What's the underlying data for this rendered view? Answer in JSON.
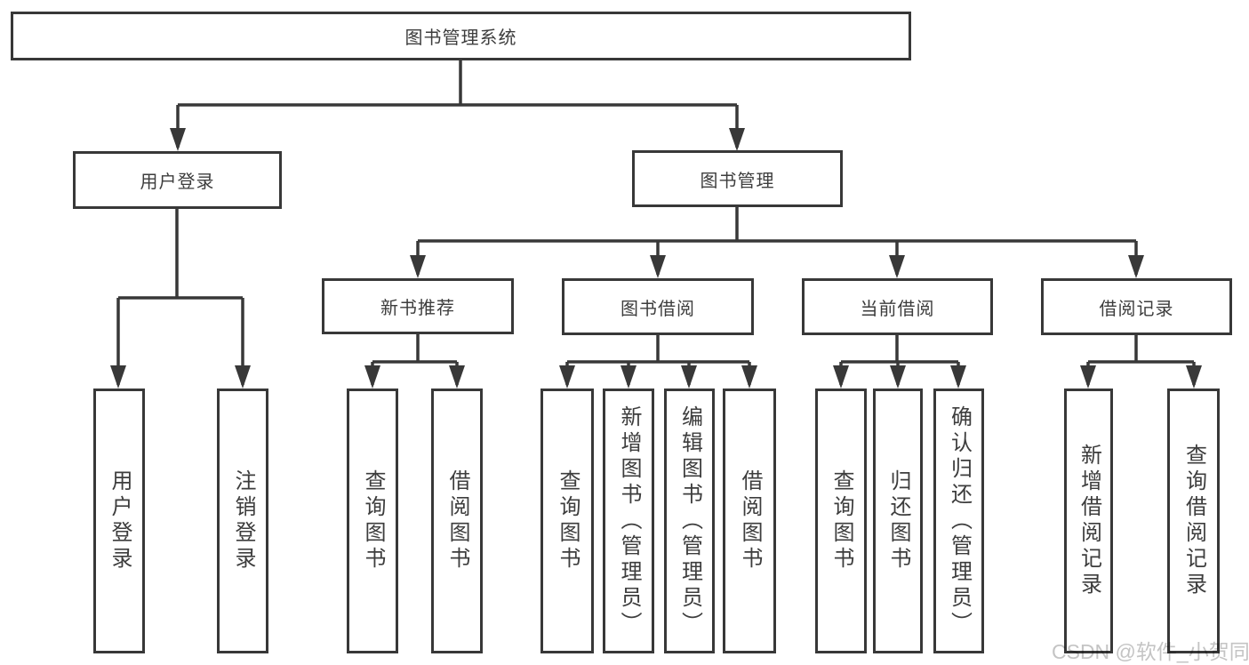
{
  "tree": {
    "root": {
      "label": "图书管理系统",
      "children": [
        {
          "label": "用户登录",
          "children": [
            {
              "label": "用户登录"
            },
            {
              "label": "注销登录"
            }
          ]
        },
        {
          "label": "图书管理",
          "children": [
            {
              "label": "新书推荐",
              "children": [
                {
                  "label": "查询图书"
                },
                {
                  "label": "借阅图书"
                }
              ]
            },
            {
              "label": "图书借阅",
              "children": [
                {
                  "label": "查询图书"
                },
                {
                  "label": "新增图书（管理员）"
                },
                {
                  "label": "编辑图书（管理员）"
                },
                {
                  "label": "借阅图书"
                }
              ]
            },
            {
              "label": "当前借阅",
              "children": [
                {
                  "label": "查询图书"
                },
                {
                  "label": "归还图书"
                },
                {
                  "label": "确认归还（管理员）"
                }
              ]
            },
            {
              "label": "借阅记录",
              "children": [
                {
                  "label": "新增借阅记录"
                },
                {
                  "label": "查询借阅记录"
                }
              ]
            }
          ]
        }
      ]
    }
  },
  "watermark": {
    "text": "CSDN @软件_小贺同学"
  },
  "colors": {
    "line": "#383838",
    "text": "#3d3d3d",
    "background": "#ffffff",
    "watermark": "#c4c4c4"
  }
}
